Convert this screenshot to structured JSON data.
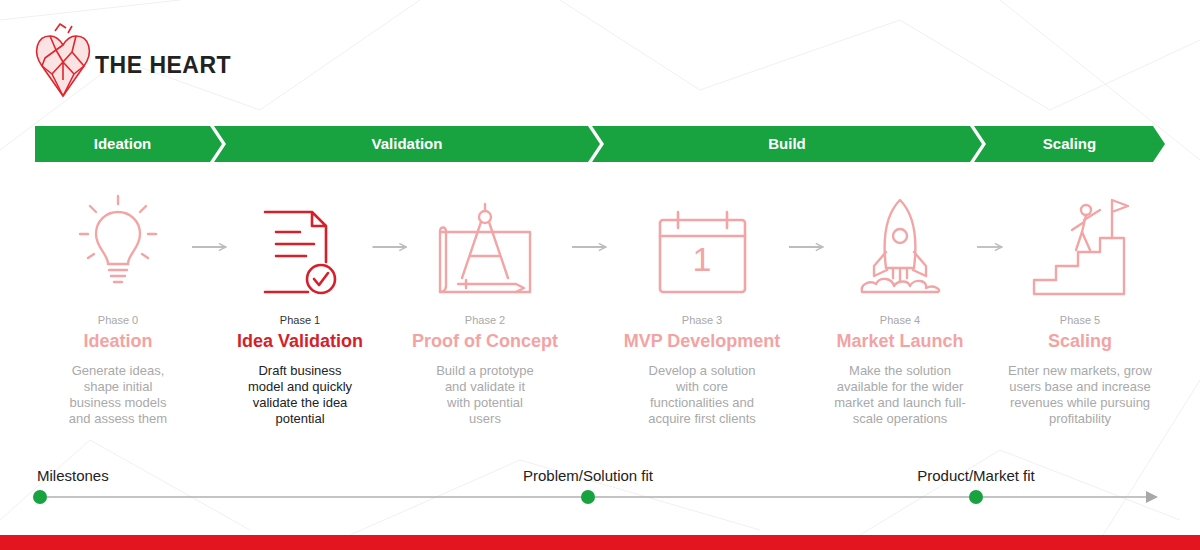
{
  "diagram": {
    "title": "THE HEART",
    "nodes": [
      {
        "text": [
          "Ideation"
        ]
      },
      {
        "text": [
          "Validation"
        ]
      },
      {
        "text": [
          "Build"
        ]
      },
      {
        "text": [
          "Scaling"
        ]
      },
      {
        "text": [
          "Phase 0",
          "Ideation",
          "Generate ideas, shape initial business models and assess them"
        ]
      },
      {
        "text": [
          "Phase 1",
          "Idea Validation",
          "Draft business model and quickly validate the idea potential"
        ]
      },
      {
        "text": [
          "Phase 2",
          "Proof of Concept",
          "Build a prototype and validate it with potential users"
        ]
      },
      {
        "text": [
          "Phase 3",
          "MVP Development",
          "Develop a solution with core functionalities and acquire first clients"
        ]
      },
      {
        "text": [
          "Phase 4",
          "Market Launch",
          "Make the solution available for the wider market and launch full-scale operations"
        ]
      },
      {
        "text": [
          "Phase 5",
          "Scaling",
          "Enter new markets, grow users base and increase revenues while pursuing profitability"
        ]
      }
    ],
    "edges": [
      {
        "from": 4,
        "to": 5,
        "arrow": "to"
      },
      {
        "from": 5,
        "to": 6,
        "arrow": "to"
      },
      {
        "from": 6,
        "to": 7,
        "arrow": "to"
      },
      {
        "from": 7,
        "to": 8,
        "arrow": "to"
      },
      {
        "from": 8,
        "to": 9,
        "arrow": "to"
      }
    ],
    "labels": [
      "1",
      "Milestones",
      "Problem/Solution fit",
      "Product/Market fit"
    ]
  }
}
